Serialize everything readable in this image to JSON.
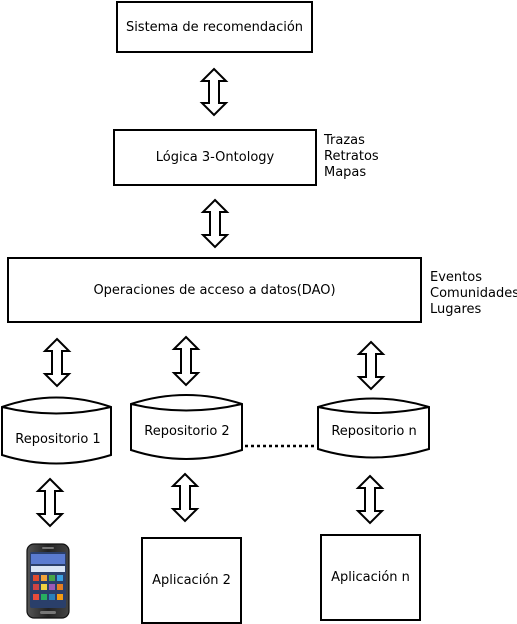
{
  "layers": {
    "top": "Sistema de recomendación",
    "logic": "Lógica 3-Ontology",
    "dao": "Operaciones de acceso a datos(DAO)"
  },
  "logic_side": [
    "Trazas",
    "Retratos",
    "Mapas"
  ],
  "dao_side": [
    "Eventos",
    "Comunidades",
    "Lugares"
  ],
  "repositories": [
    "Repositorio 1",
    "Repositorio 2",
    "Repositorio n"
  ],
  "applications": [
    "Aplicación 2",
    "Aplicación n"
  ],
  "phone_icon": "smartphone-icon"
}
